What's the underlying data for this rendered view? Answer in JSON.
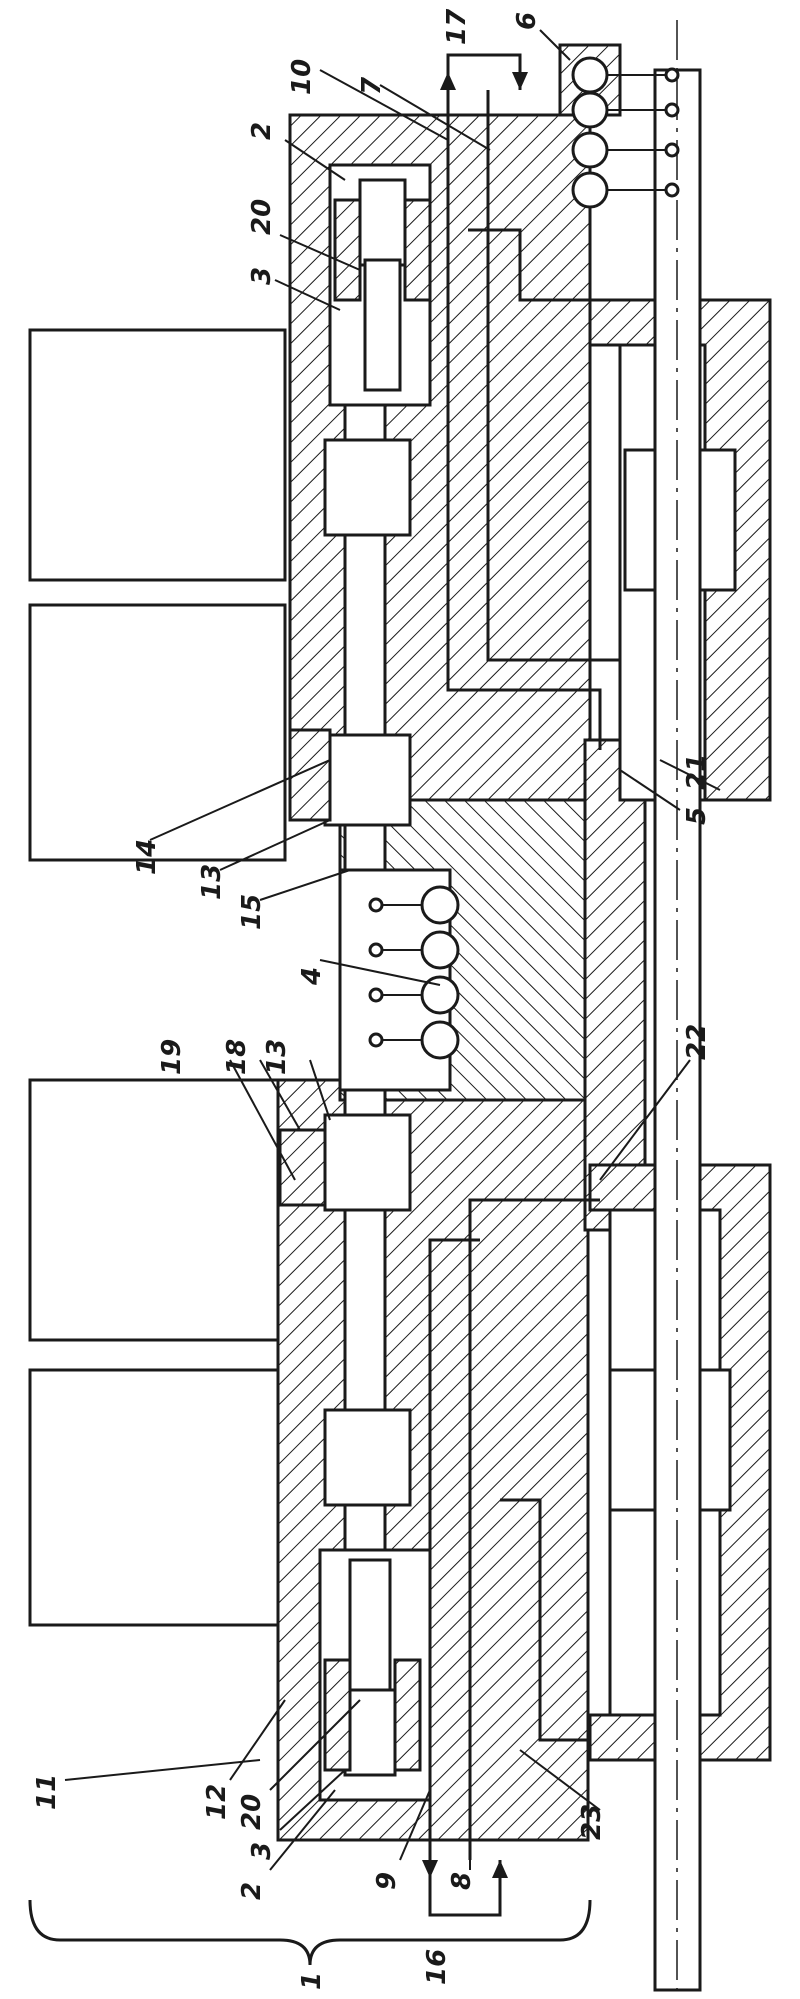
{
  "diagram": {
    "labels": {
      "l1": "1",
      "l2a": "2",
      "l2b": "2",
      "l3a": "3",
      "l3b": "3",
      "l4": "4",
      "l5": "5",
      "l6": "6",
      "l7": "7",
      "l8": "8",
      "l9": "9",
      "l10": "10",
      "l11": "11",
      "l12": "12",
      "l13a": "13",
      "l13b": "13",
      "l14": "14",
      "l15": "15",
      "l16": "16",
      "l17": "17",
      "l18": "18",
      "l19": "19",
      "l20a": "20",
      "l20b": "20",
      "l21": "21",
      "l22": "22",
      "l23": "23"
    }
  }
}
